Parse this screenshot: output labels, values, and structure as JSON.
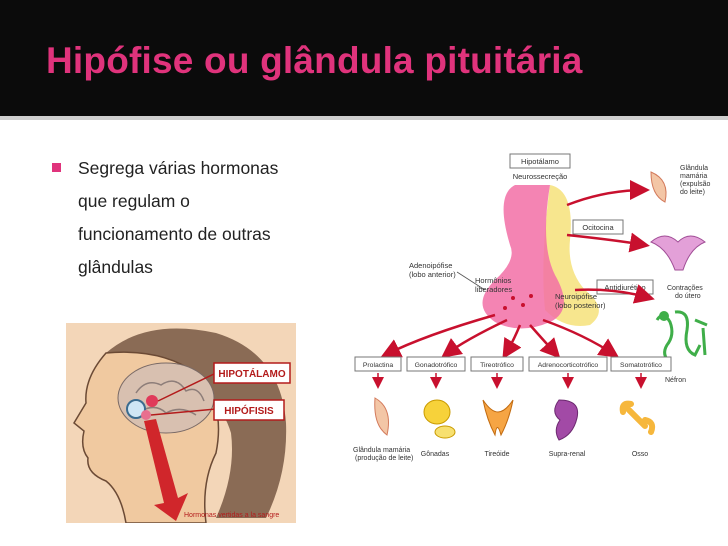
{
  "slide": {
    "title": "Hipófise ou glândula pituitária",
    "bullet_lines": [
      "Segrega várias hormonas",
      "que regulam o",
      "funcionamento de outras",
      "glândulas"
    ]
  },
  "head_figure": {
    "label_hypothalamus": "HIPOTÁLAMO",
    "label_pituitary": "HIPÓFISIS",
    "caption": "Hormonas vertidas a la sangre"
  },
  "diagram": {
    "hypothalamus": "Hipotálamo",
    "neurosecretion": "Neurossecreção",
    "adenohypophysis_1": "Adenoipófise",
    "adenohypophysis_2": "(lobo anterior)",
    "releasing_hormones_1": "Hormônios",
    "releasing_hormones_2": "liberadores",
    "neurohypophysis_1": "Neuroipófise",
    "neurohypophysis_2": "(lobo posterior)",
    "oxytocin": "Ocitocina",
    "antidiuretic": "Antidiurético",
    "target_mammary_1": "Glândula",
    "target_mammary_2": "mamária",
    "target_mammary_3": "(expulsão",
    "target_mammary_4": "do leite)",
    "target_uterus_1": "Contrações",
    "target_uterus_2": "do útero",
    "target_nephron": "Néfron",
    "hormones": [
      "Prolactina",
      "Gonadotrófico",
      "Tireotrófico",
      "Adrenocorticotrófico",
      "Somatotrófico"
    ],
    "organ_1": "Glândula mamária",
    "organ_1b": "(produção de leite)",
    "organ_2": "Gônadas",
    "organ_3": "Tireóide",
    "organ_4": "Supra-renal",
    "organ_5": "Osso"
  },
  "colors": {
    "title": "#e0337c",
    "title_bar": "#0b0b0b",
    "arrow_red": "#c8102e",
    "pink_gland": "#f26fa6",
    "yellow_gland": "#f6e27a"
  }
}
